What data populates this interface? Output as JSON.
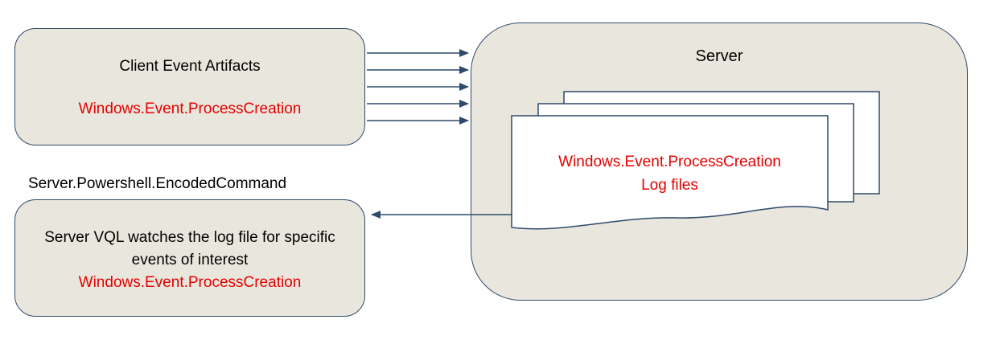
{
  "client_box": {
    "title": "Client Event Artifacts",
    "artifact": "Windows.Event.ProcessCreation"
  },
  "server_box": {
    "title": "Server",
    "document": {
      "line1": "Windows.Event.ProcessCreation",
      "line2": "Log files"
    }
  },
  "labels": {
    "encoded_command": "Server.Powershell.EncodedCommand"
  },
  "watch_box": {
    "description": "Server VQL watches the log file for specific events of interest",
    "artifact": "Windows.Event.ProcessCreation"
  },
  "colors": {
    "box_fill": "#e9e7dd",
    "line_color": "#2e4a6b",
    "accent_red": "#e60000",
    "text": "#000000",
    "background": "#ffffff",
    "document_fill": "#ffffff"
  }
}
